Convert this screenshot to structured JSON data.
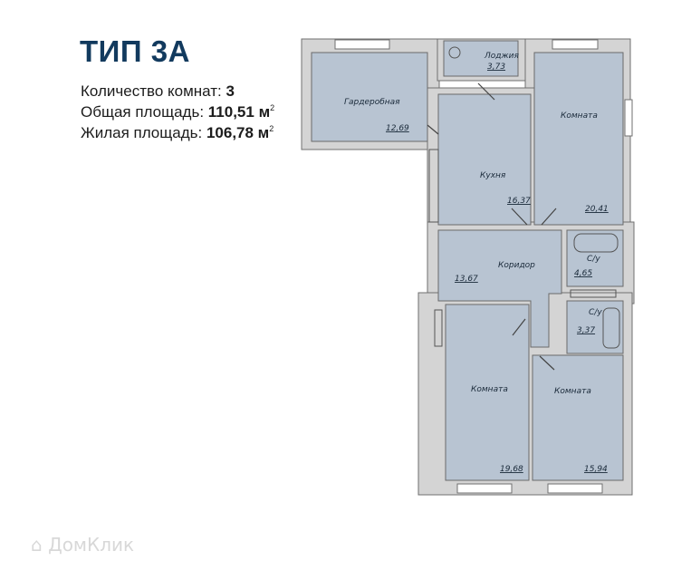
{
  "header": {
    "title": "ТИП 3А",
    "rooms_label": "Количество комнат:",
    "rooms_value": "3",
    "total_label": "Общая площадь:",
    "total_value": "110,51 м",
    "total_sup": "2",
    "living_label": "Жилая площадь:",
    "living_value": "106,78 м",
    "living_sup": "2"
  },
  "rooms": {
    "loggia": {
      "label": "Лоджия",
      "area": "3,73"
    },
    "wardrobe": {
      "label": "Гардеробная",
      "area": "12,69"
    },
    "kitchen": {
      "label": "Кухня",
      "area": "16,37"
    },
    "room_top": {
      "label": "Комната",
      "area": "20,41"
    },
    "corridor": {
      "label": "Коридор",
      "area": "13,67"
    },
    "bath1": {
      "label": "С/у",
      "area": "4,65"
    },
    "bath2": {
      "label": "С/у",
      "area": "3,37"
    },
    "room_left": {
      "label": "Комната",
      "area": "19,68"
    },
    "room_right": {
      "label": "Комната",
      "area": "15,94"
    }
  },
  "colors": {
    "room_fill": "#b8c4d2",
    "wall": "#6f6f6f",
    "title": "#123a5e"
  },
  "watermark": "ДомКлик"
}
